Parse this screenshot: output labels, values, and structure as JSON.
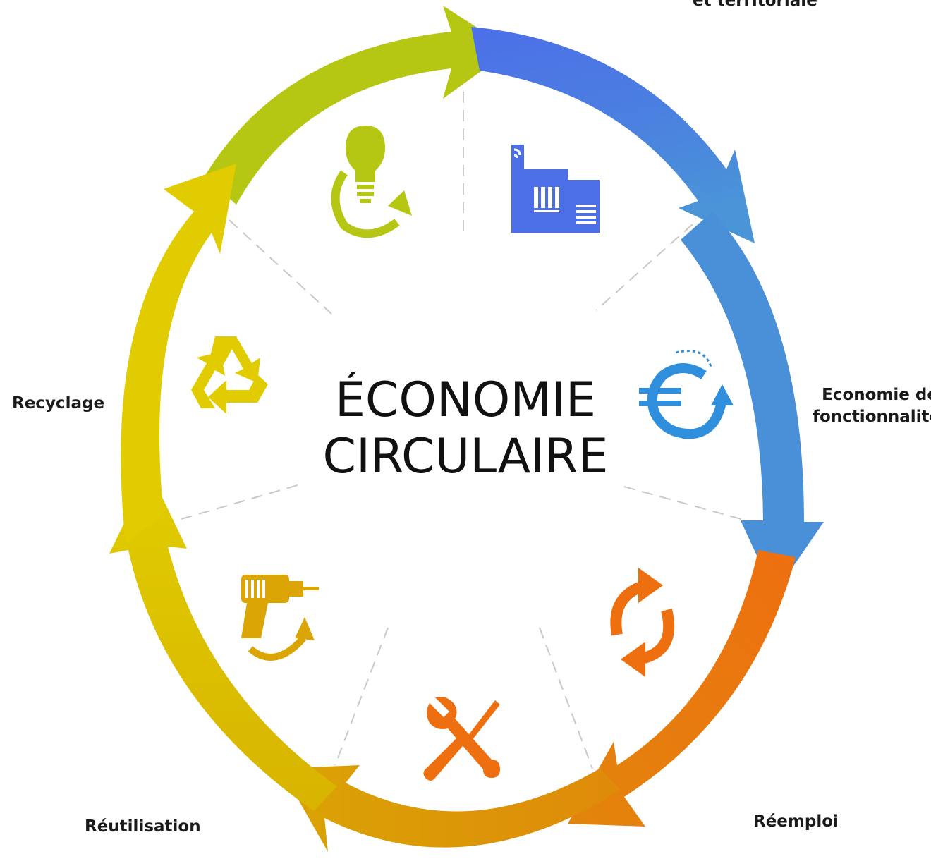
{
  "title": {
    "line1": "ÉCONOMIE",
    "line2": "CIRCULAIRE"
  },
  "labels": {
    "top_right_partial": "et territoriale",
    "functionality_line1": "Economie de",
    "functionality_line2": "fonctionnalité",
    "reuse": "Réemploi",
    "reutilisation": "Réutilisation",
    "recycling": "Recyclage"
  },
  "colors": {
    "green": "#b5c713",
    "yellow_green": "#d6c807",
    "yellow": "#e0cc00",
    "gold": "#d9b100",
    "orange_gold": "#dc9a0a",
    "orange": "#ea7a12",
    "light_blue": "#4a90d8",
    "blue": "#4c6fe8",
    "divider": "#c9c9c9"
  },
  "icons": [
    "lightbulb-refresh-icon",
    "factory-icon",
    "euro-refresh-icon",
    "refresh-arrows-icon",
    "wrench-screwdriver-icon",
    "drill-refresh-icon",
    "recycle-icon"
  ]
}
